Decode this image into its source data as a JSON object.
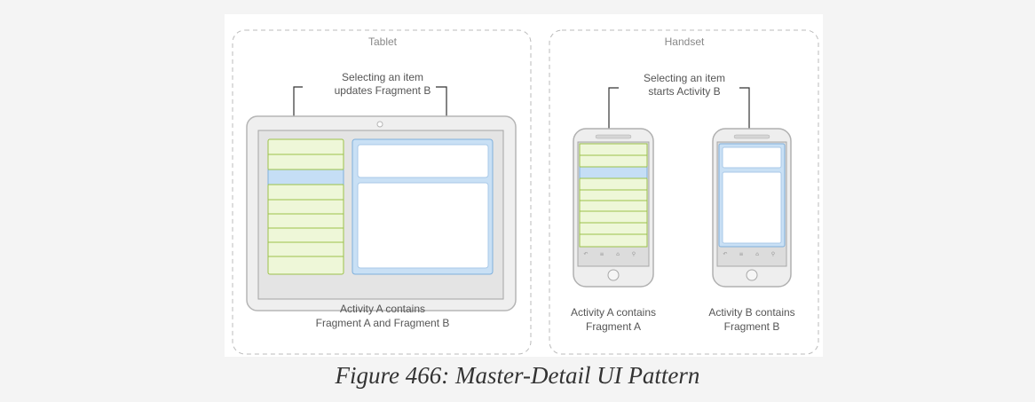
{
  "tablet": {
    "section_label": "Tablet",
    "callout_line1": "Selecting an item",
    "callout_line2": "updates Fragment B",
    "caption_line1": "Activity A contains",
    "caption_line2": "Fragment A and Fragment B"
  },
  "handset": {
    "section_label": "Handset",
    "callout_line1": "Selecting an item",
    "callout_line2": "starts Activity B",
    "phone_a_caption_line1": "Activity A contains",
    "phone_a_caption_line2": "Fragment A",
    "phone_b_caption_line1": "Activity B contains",
    "phone_b_caption_line2": "Fragment B"
  },
  "figure_caption": "Figure 466: Master-Detail UI Pattern",
  "colors": {
    "fragment_a_fill": "#eef7d8",
    "fragment_a_stroke": "#9cc24a",
    "fragment_b_fill": "#c9e0f5",
    "fragment_b_stroke": "#7fb0dc",
    "selected_item": "#c5def5",
    "device_frame": "#e8e8e8",
    "dashed_border": "#bbbbbb"
  }
}
